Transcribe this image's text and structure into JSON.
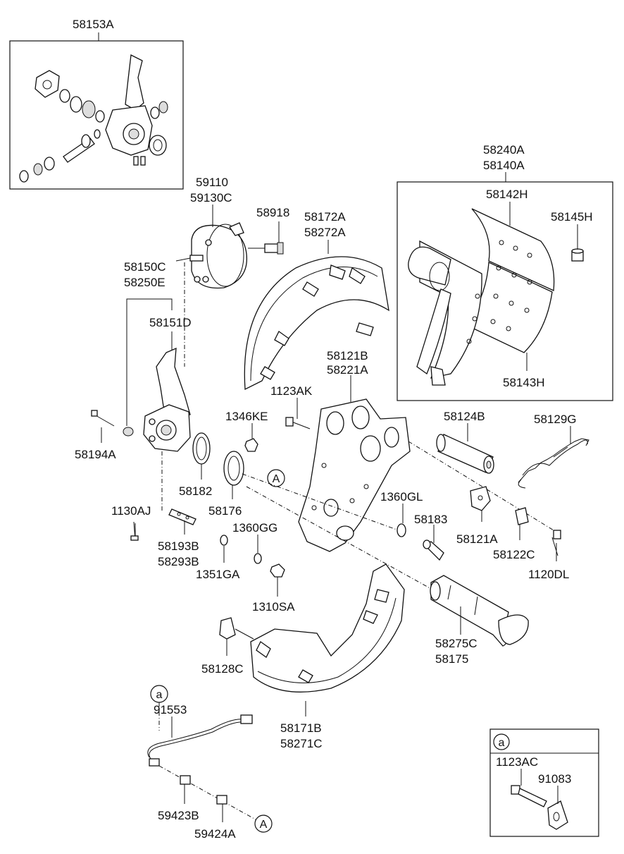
{
  "labels": {
    "l58153A": "58153A",
    "l59110": "59110",
    "l59130C": "59130C",
    "l58918": "58918",
    "l58172A": "58172A",
    "l58272A": "58272A",
    "l58240A": "58240A",
    "l58140A": "58140A",
    "l58142H": "58142H",
    "l58145H": "58145H",
    "l58150C": "58150C",
    "l58250E": "58250E",
    "l58151D": "58151D",
    "l58121B": "58121B",
    "l58221A": "58221A",
    "l1123AK": "1123AK",
    "l58143H": "58143H",
    "l1346KE": "1346KE",
    "l58124B": "58124B",
    "l58129G": "58129G",
    "l58194A": "58194A",
    "l58182": "58182",
    "l58176": "58176",
    "l1360GL": "1360GL",
    "l1130AJ": "1130AJ",
    "l58183": "58183",
    "l58121A": "58121A",
    "l58193B": "58193B",
    "l58293B": "58293B",
    "l1360GG": "1360GG",
    "l58122C": "58122C",
    "l1351GA": "1351GA",
    "l1120DL": "1120DL",
    "l1310SA": "1310SA",
    "l58275C": "58275C",
    "l58175": "58175",
    "l58128C": "58128C",
    "l91553": "91553",
    "l58171B": "58171B",
    "l58271C": "58271C",
    "l59423B": "59423B",
    "l59424A": "59424A",
    "l1123AC": "1123AC",
    "l91083": "91083"
  },
  "refs": {
    "ref_A_upper": "A",
    "ref_A_lower": "A",
    "ref_a_cable": "a",
    "ref_a_inset": "a"
  }
}
